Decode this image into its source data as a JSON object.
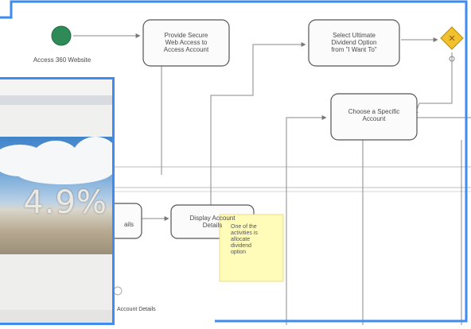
{
  "diagram": {
    "start_event_label": "Access 360 Website",
    "tasks": {
      "provide_secure": "Provide Secure\nWeb Access to\nAccess Account",
      "select_ultimate": "Select Ultimate\nDividend Option\nfrom \"I Want To\"",
      "choose_account": "Choose a Specific\nAccount",
      "display_account_details": "Display Account\nDetails"
    },
    "partial_task_label": "ails",
    "bottom_label": "Account Details",
    "note": "One of the\nactivities is\nallocate\ndividend\noption",
    "colors": {
      "highlight_border": "#3d8bf3",
      "start_event": "#2e8b57",
      "gateway": "#f2c12e",
      "note": "#fffbb8",
      "task_border": "#555555"
    }
  },
  "inset": {
    "rate_text": "4.9%"
  }
}
